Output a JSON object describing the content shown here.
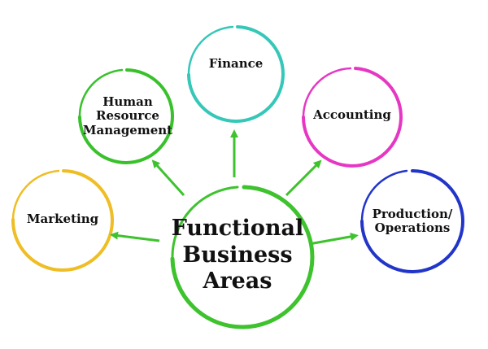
{
  "diagram": {
    "center": {
      "label": "Functional\nBusiness\nAreas",
      "color": "#3ec22e"
    },
    "nodes": [
      {
        "id": "finance",
        "label": "Finance",
        "color": "#35c7b8"
      },
      {
        "id": "human-resource-management",
        "label": "Human\nResource\nManagement",
        "color": "#38c12b"
      },
      {
        "id": "accounting",
        "label": "Accounting",
        "color": "#e637c4"
      },
      {
        "id": "marketing",
        "label": "Marketing",
        "color": "#efbd24"
      },
      {
        "id": "production-operations",
        "label": "Production/\nOperations",
        "color": "#2235c9"
      }
    ],
    "arrow_color": "#3ec22e"
  }
}
